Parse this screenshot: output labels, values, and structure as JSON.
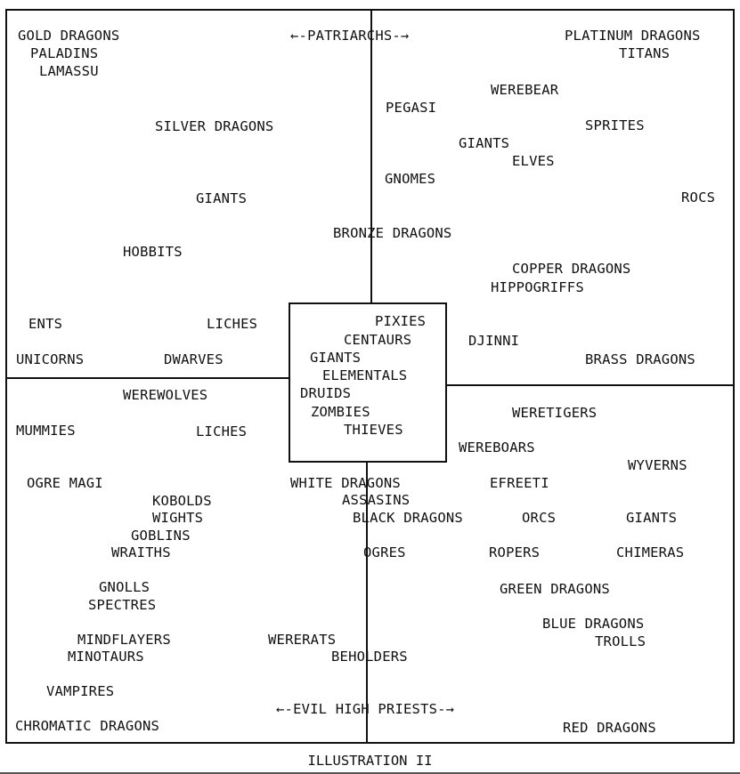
{
  "top_axis_label": "←-PATRIARCHS-→",
  "bottom_axis_label": "←-EVIL HIGH PRIESTS-→",
  "caption": "ILLUSTRATION II",
  "labels": {
    "gold_dragons": "GOLD DRAGONS",
    "paladins": "PALADINS",
    "lamassu": "LAMASSU",
    "silver_dragons": "SILVER DRAGONS",
    "giants_tl": "GIANTS",
    "hobbits": "HOBBITS",
    "ents": "ENTS",
    "liches_tl": "LICHES",
    "unicorns": "UNICORNS",
    "dwarves": "DWARVES",
    "platinum_dragons": "PLATINUM DRAGONS",
    "titans": "TITANS",
    "werebear": "WEREBEAR",
    "pegasi": "PEGASI",
    "sprites": "SPRITES",
    "giants_tr": "GIANTS",
    "elves": "ELVES",
    "gnomes": "GNOMES",
    "rocs": "ROCS",
    "bronze_dragons": "BRONZE DRAGONS",
    "copper_dragons": "COPPER DRAGONS",
    "hippogriffs": "HIPPOGRIFFS",
    "djinni": "DJINNI",
    "brass_dragons": "BRASS DRAGONS",
    "pixies": "PIXIES",
    "centaurs": "CENTAURS",
    "giants_c": "GIANTS",
    "elementals": "ELEMENTALS",
    "druids": "DRUIDS",
    "zombies": "ZOMBIES",
    "thieves": "THIEVES",
    "werewolves": "WEREWOLVES",
    "mummies": "MUMMIES",
    "liches_bl": "LICHES",
    "ogre_magi": "OGRE MAGI",
    "kobolds": "KOBOLDS",
    "wights": "WIGHTS",
    "goblins": "GOBLINS",
    "wraiths": "WRAITHS",
    "gnolls": "GNOLLS",
    "spectres": "SPECTRES",
    "mindflayers": "MINDFLAYERS",
    "minotaurs": "MINOTAURS",
    "vampires": "VAMPIRES",
    "chromatic_dragons": "CHROMATIC DRAGONS",
    "wererats": "WERERATS",
    "beholders": "BEHOLDERS",
    "white_dragons": "WHITE DRAGONS",
    "assasins": "ASSASINS",
    "black_dragons": "BLACK DRAGONS",
    "ogres": "OGRES",
    "weretigers": "WERETIGERS",
    "wereboars": "WEREBOARS",
    "wyverns": "WYVERNS",
    "efreeti": "EFREETI",
    "orcs": "ORCS",
    "giants_br": "GIANTS",
    "ropers": "ROPERS",
    "chimeras": "CHIMERAS",
    "green_dragons": "GREEN DRAGONS",
    "blue_dragons": "BLUE DRAGONS",
    "trolls": "TROLLS",
    "red_dragons": "RED DRAGONS"
  }
}
